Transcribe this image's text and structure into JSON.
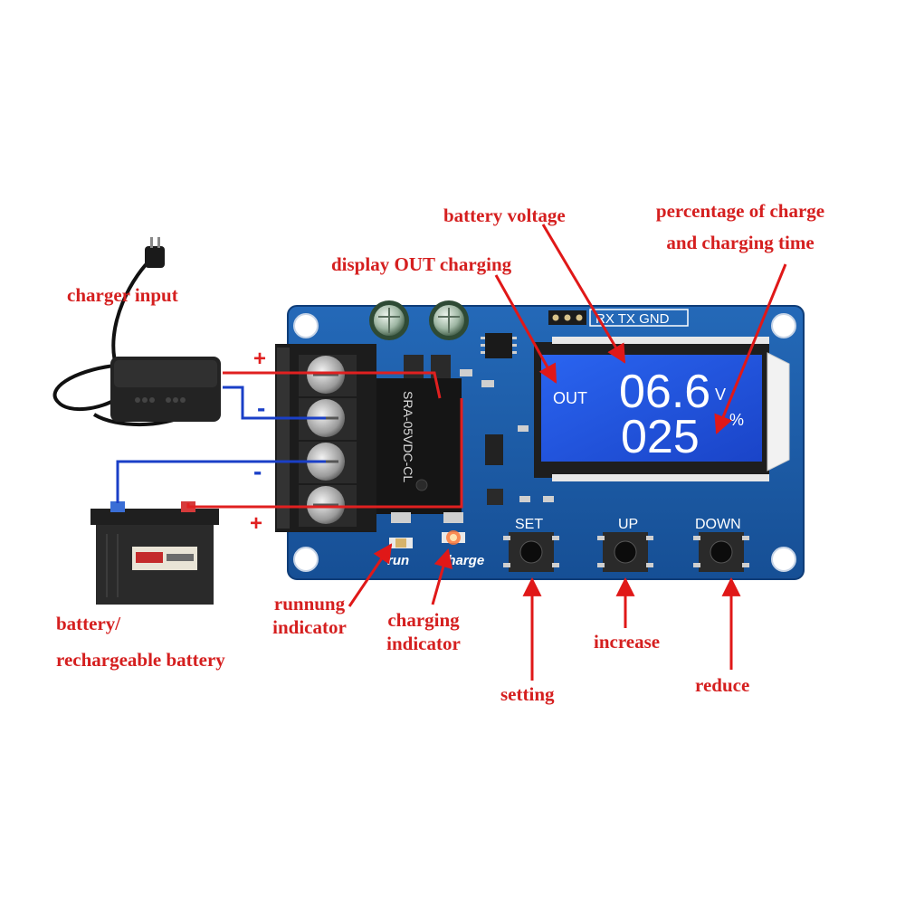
{
  "labels": {
    "battery_voltage": "battery voltage",
    "percentage_line1": "percentage of charge",
    "percentage_line2": "and charging time",
    "display_out": "display OUT charging",
    "charger_input": "charger input",
    "battery_line1": "battery/",
    "battery_line2": "rechargeable battery",
    "running_line1": "runnung",
    "running_line2": "indicator",
    "charging_line1": "charging",
    "charging_line2": "indicator",
    "increase": "increase",
    "setting": "setting",
    "reduce": "reduce"
  },
  "board": {
    "lcd_out": "OUT",
    "lcd_voltage": "06.6",
    "lcd_voltage_unit": "V",
    "lcd_percent": "025",
    "lcd_percent_unit": "%",
    "header_pins": "RX TX GND",
    "relay_text": "SRA-05VDC-CL",
    "btn_set": "SET",
    "btn_up": "UP",
    "btn_down": "DOWN",
    "led_run": "run",
    "led_charge": "charge"
  },
  "polarity": {
    "plus_top": "+",
    "minus_1": "-",
    "minus_2": "-",
    "plus_bottom": "+"
  },
  "colors": {
    "label_red": "#d51f1f",
    "pcb_blue": "#1a5fae",
    "lcd_blue": "#1f58e6",
    "wire_red": "#e02020",
    "wire_blue": "#1a3fc7"
  }
}
